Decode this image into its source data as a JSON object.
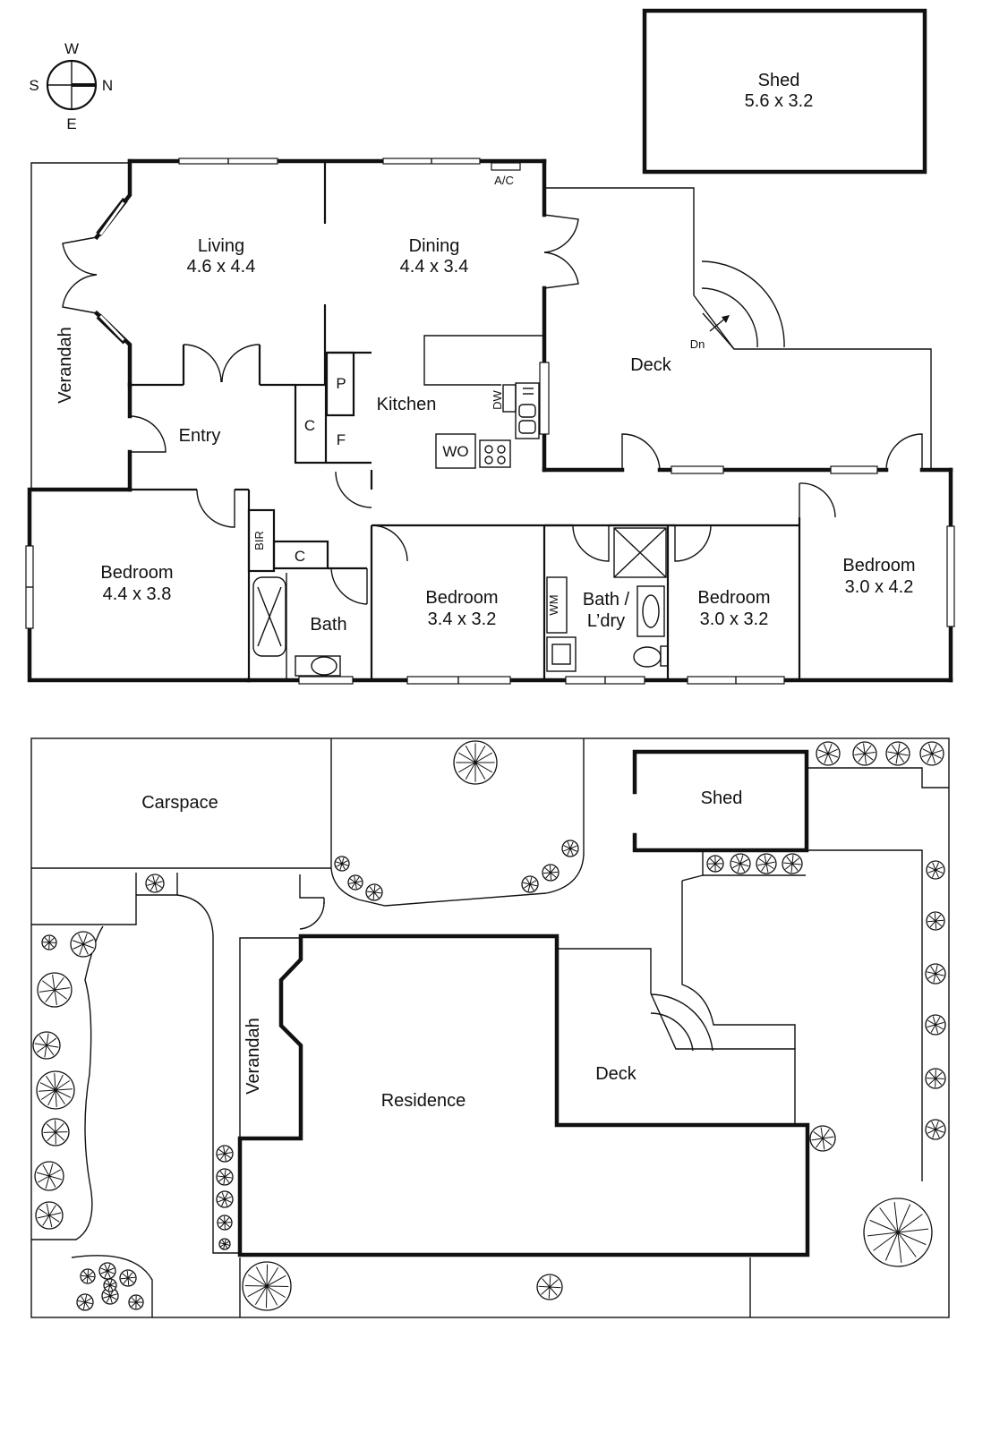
{
  "compass": {
    "n": "N",
    "s": "S",
    "e": "E",
    "w": "W"
  },
  "floor_plan": {
    "shed": {
      "name": "Shed",
      "size": "5.6 x 3.2"
    },
    "living": {
      "name": "Living",
      "size": "4.6 x 4.4"
    },
    "dining": {
      "name": "Dining",
      "size": "4.4 x 3.4"
    },
    "kitchen": {
      "name": "Kitchen"
    },
    "deck": {
      "name": "Deck",
      "stairs": "Dn"
    },
    "verandah": {
      "name": "Verandah"
    },
    "entry": {
      "name": "Entry"
    },
    "bedroom1": {
      "name": "Bedroom",
      "size": "4.4 x 3.8"
    },
    "bedroom2": {
      "name": "Bedroom",
      "size": "3.4 x 3.2"
    },
    "bedroom3": {
      "name": "Bedroom",
      "size": "3.0 x 3.2"
    },
    "bedroom4": {
      "name": "Bedroom",
      "size": "3.0 x 4.2"
    },
    "bath": {
      "name": "Bath"
    },
    "bath_laundry": {
      "line1": "Bath /",
      "line2": "L’dry"
    },
    "fixtures": {
      "ac": "A/C",
      "pantry": "P",
      "fridge": "F",
      "cupboard": "C",
      "cupboard2": "C",
      "bir": "BIR",
      "dw": "DW",
      "wo": "WO",
      "wm": "WM"
    }
  },
  "site_plan": {
    "carspace": "Carspace",
    "shed": "Shed",
    "verandah": "Verandah",
    "residence": "Residence",
    "deck": "Deck"
  }
}
